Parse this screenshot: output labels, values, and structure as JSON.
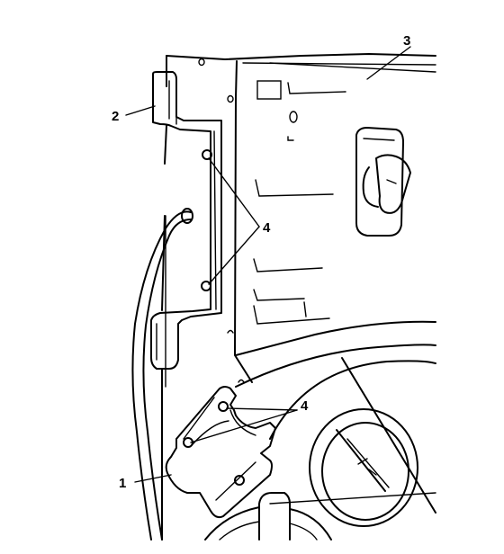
{
  "diagram": {
    "callouts": [
      {
        "id": "c1",
        "label": "1"
      },
      {
        "id": "c2",
        "label": "2"
      },
      {
        "id": "c3",
        "label": "3"
      },
      {
        "id": "c4a",
        "label": "4"
      },
      {
        "id": "c4b",
        "label": "4"
      }
    ]
  }
}
